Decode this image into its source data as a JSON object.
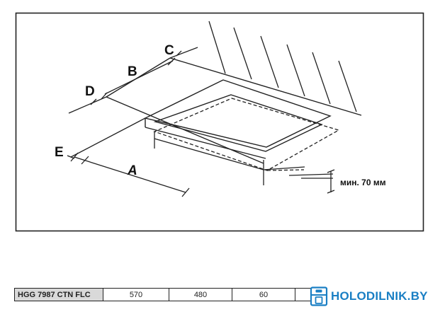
{
  "diagram": {
    "labels": {
      "a": "A",
      "b": "B",
      "c": "C",
      "d": "D",
      "e": "E"
    },
    "note": "мин. 70 мм"
  },
  "spec_row": {
    "model": "HGG 7987 CTN FLC",
    "values": [
      "570",
      "480",
      "60",
      ""
    ]
  },
  "brand": {
    "name": "HOLODILNIK.BY",
    "color": "#1a7fc4"
  }
}
